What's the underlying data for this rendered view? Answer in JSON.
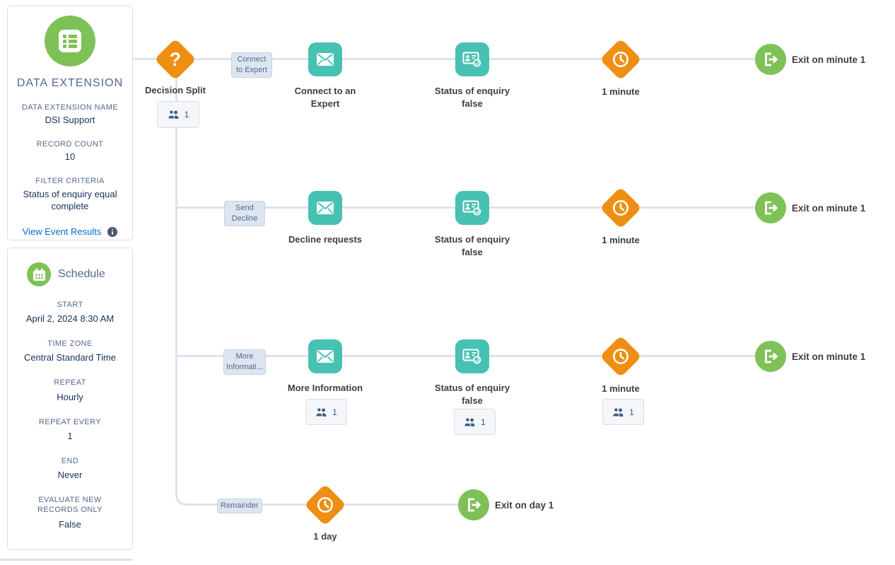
{
  "colors": {
    "accent_green": "#7ec157",
    "accent_teal": "#47c1b2",
    "accent_orange": "#ee8e12",
    "link_blue": "#0070d2"
  },
  "sidebar": {
    "data_extension": {
      "title": "DATA EXTENSION",
      "fields": [
        {
          "label": "DATA EXTENSION NAME",
          "value": "DSI Support"
        },
        {
          "label": "RECORD COUNT",
          "value": "10"
        },
        {
          "label": "FILTER CRITERIA",
          "value": "Status of enquiry equal complete"
        }
      ],
      "link_label": "View Event Results"
    },
    "schedule": {
      "title": "Schedule",
      "fields": [
        {
          "label": "START",
          "value": "April 2, 2024 8:30 AM"
        },
        {
          "label": "TIME ZONE",
          "value": "Central Standard Time"
        },
        {
          "label": "REPEAT",
          "value": "Hourly"
        },
        {
          "label": "REPEAT EVERY",
          "value": "1"
        },
        {
          "label": "END",
          "value": "Never"
        },
        {
          "label": "EVALUATE NEW RECORDS ONLY",
          "value": "False"
        }
      ]
    }
  },
  "canvas": {
    "decision": {
      "glyph": "?",
      "label": "Decision Split",
      "count": "1"
    },
    "branches": [
      {
        "path_label": "Connect to Expert",
        "email_label": "Connect to an Expert",
        "status_label": "Status of enquiry false",
        "wait_label": "1 minute",
        "exit_label": "Exit on minute 1"
      },
      {
        "path_label": "Send Decline",
        "email_label": "Decline requests",
        "status_label": "Status of enquiry false",
        "wait_label": "1 minute",
        "exit_label": "Exit on minute 1"
      },
      {
        "path_label": "More Informati...",
        "email_label": "More Information",
        "email_count": "1",
        "status_label": "Status of enquiry false",
        "status_count": "1",
        "wait_label": "1 minute",
        "wait_count": "1",
        "exit_label": "Exit on minute 1"
      },
      {
        "path_label": "Remainder",
        "wait_label": "1 day",
        "exit_label": "Exit on day 1"
      }
    ]
  }
}
